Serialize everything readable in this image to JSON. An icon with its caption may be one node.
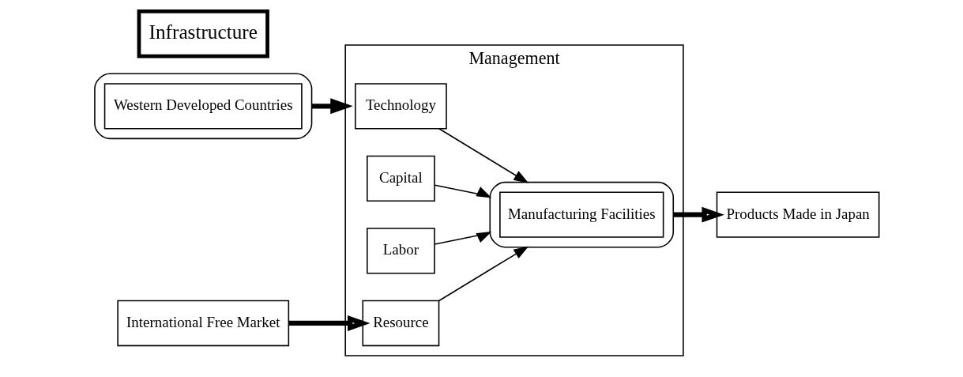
{
  "diagram": {
    "nodes": [
      {
        "text": [],
        "shape": "ellipse"
      },
      {
        "text": [
          "Western Developed Countries"
        ],
        "in": 0
      },
      {
        "text": [
          "Infrastructure"
        ]
      },
      {
        "text": [
          "Management"
        ]
      },
      {
        "text": [
          "Technology"
        ],
        "in": 3
      },
      {
        "text": [
          "Capital"
        ],
        "in": 3
      },
      {
        "text": [
          "Labor"
        ],
        "in": 3
      },
      {
        "text": [
          "Resource"
        ],
        "in": 3
      },
      {
        "text": [],
        "shape": "ellipse",
        "in": 3
      },
      {
        "text": [
          "Manufacturing Facilities"
        ],
        "in": 8
      },
      {
        "text": [
          "International Free Market"
        ]
      },
      {
        "text": [
          "Products Made in Japan"
        ]
      }
    ],
    "edges": [
      {
        "from": 0,
        "to": 3,
        "arrow": "to",
        "style": "thick"
      },
      {
        "from": 4,
        "to": 8,
        "arrow": "to"
      },
      {
        "from": 5,
        "to": 8,
        "arrow": "to"
      },
      {
        "from": 6,
        "to": 8,
        "arrow": "to"
      },
      {
        "from": 7,
        "to": 8,
        "arrow": "to"
      },
      {
        "from": 10,
        "to": 7,
        "arrow": "to",
        "style": "thick"
      },
      {
        "from": 8,
        "to": 11,
        "arrow": "to",
        "style": "thick"
      }
    ]
  }
}
